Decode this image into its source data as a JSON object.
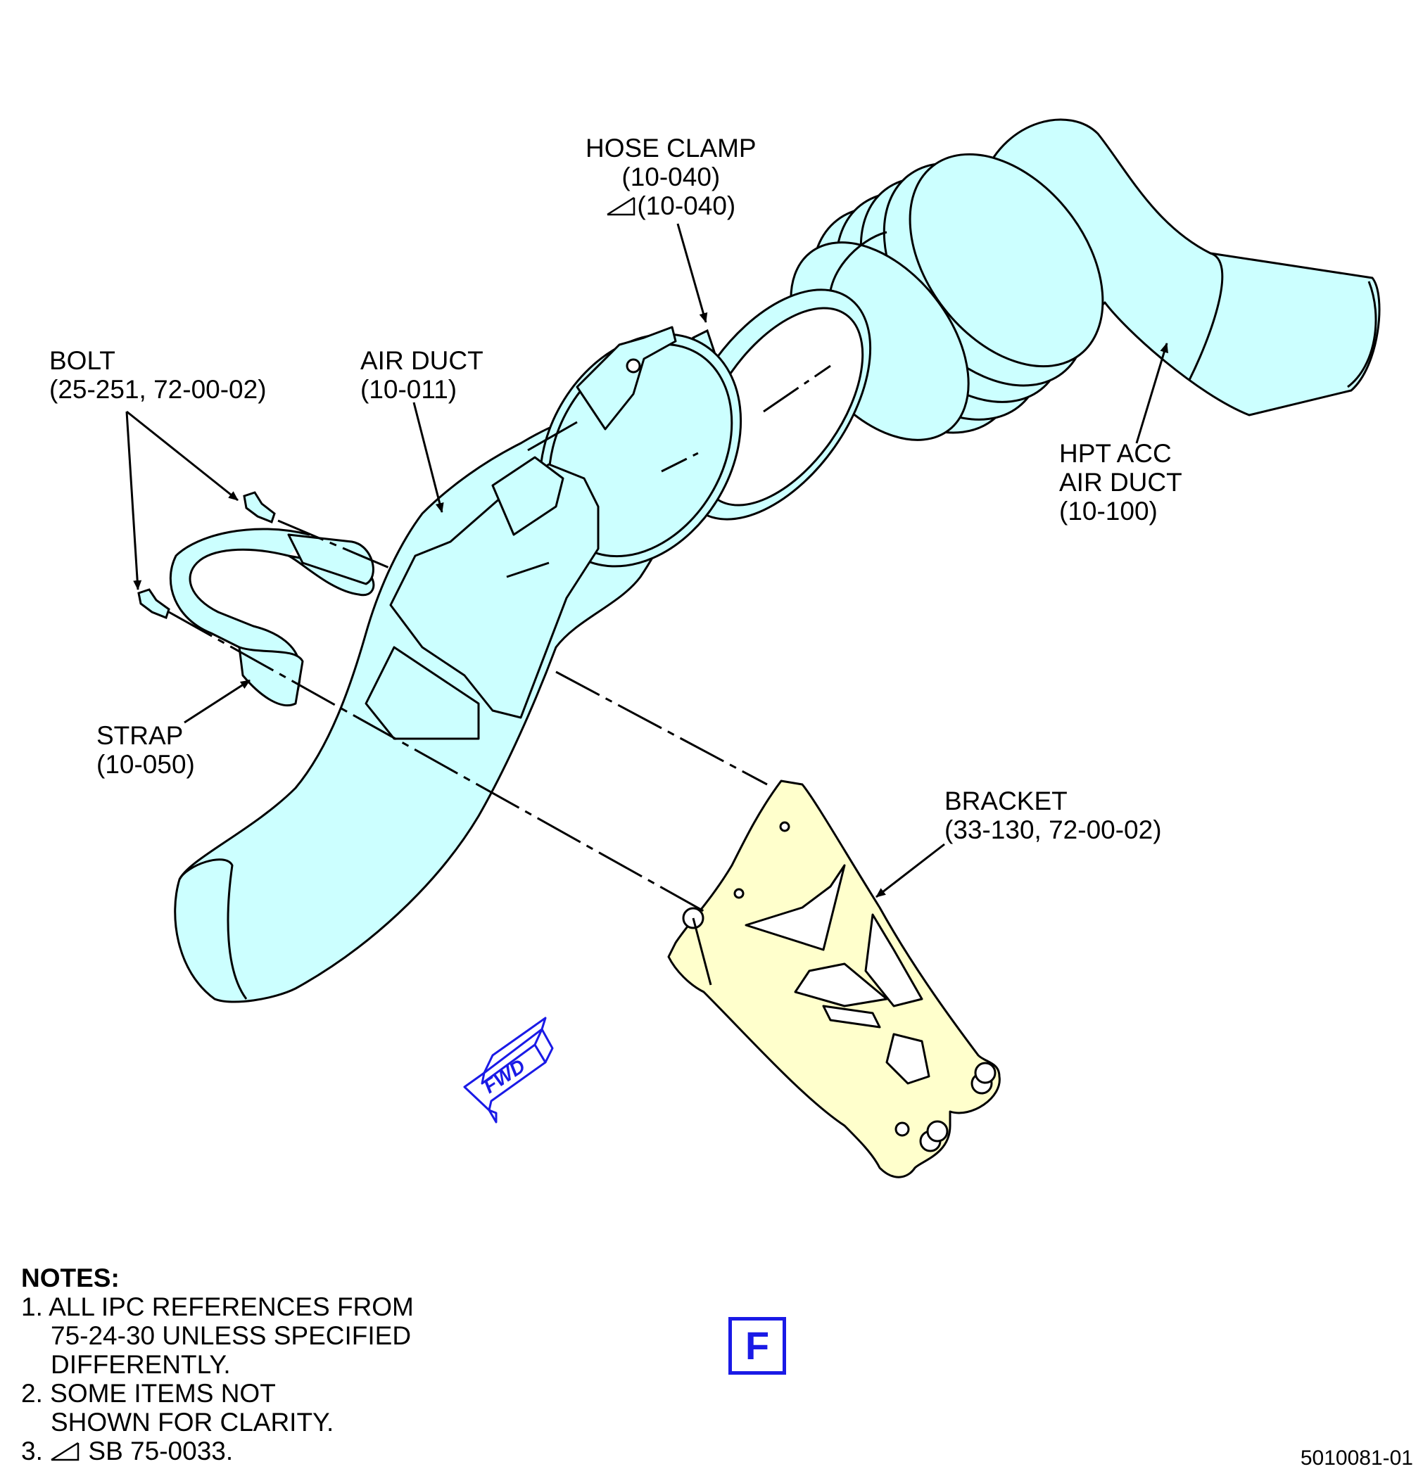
{
  "labels": {
    "hose_clamp": {
      "name": "HOSE CLAMP",
      "ref": "(10-040)",
      "ref_sb": "(10-040)"
    },
    "bolt": {
      "name": "BOLT",
      "ref": "(25-251, 72-00-02)"
    },
    "air_duct": {
      "name": "AIR DUCT",
      "ref": "(10-011)"
    },
    "hpt_acc": {
      "line1": "HPT ACC",
      "line2": "AIR DUCT",
      "ref": "(10-100)"
    },
    "strap": {
      "name": "STRAP",
      "ref": "(10-050)"
    },
    "bracket": {
      "name": "BRACKET",
      "ref": "(33-130, 72-00-02)"
    }
  },
  "fwd_arrow": {
    "text": "FWD"
  },
  "notes": {
    "title": "NOTES:",
    "n1_line1": "1. ALL IPC REFERENCES FROM",
    "n1_line2": "75-24-30 UNLESS SPECIFIED",
    "n1_line3": "DIFFERENTLY.",
    "n2_line1": "2. SOME ITEMS NOT",
    "n2_line2": "SHOWN FOR CLARITY.",
    "n3_prefix": "3.",
    "n3_text": "SB 75-0033."
  },
  "sheet_letter": "F",
  "figure_number": "5010081-01",
  "colors": {
    "duct_fill": "#ccffff",
    "bracket_fill": "#ffffcc",
    "fwd_blue": "#1a1ae6",
    "line": "#000000"
  }
}
